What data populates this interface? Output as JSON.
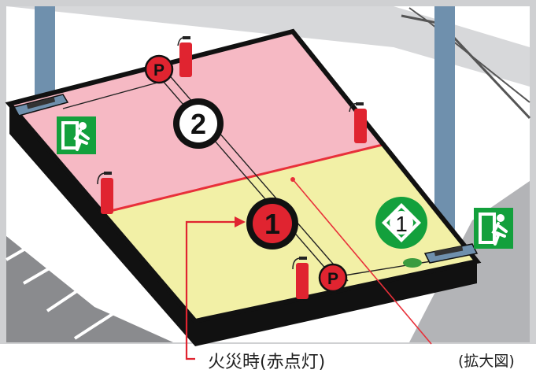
{
  "caption": "火災時(赤点灯)",
  "zoom_note": "(拡大図)",
  "badges": {
    "primary_label": "1",
    "secondary_label": "2",
    "direction_label": "1",
    "pushbutton_label": "P"
  },
  "colors": {
    "floor_pink": "#f6b9c4",
    "floor_yellow": "#f2f0a6",
    "zone_line": "#e8303a",
    "alarm_red": "#e02430",
    "exit_green": "#13a03c",
    "pillar_blue": "#6f90ad"
  },
  "icons": [
    "fire-extinguisher-icon",
    "push-button-icon",
    "emergency-exit-icon",
    "direction-indicator-icon",
    "zone-number-badge"
  ]
}
